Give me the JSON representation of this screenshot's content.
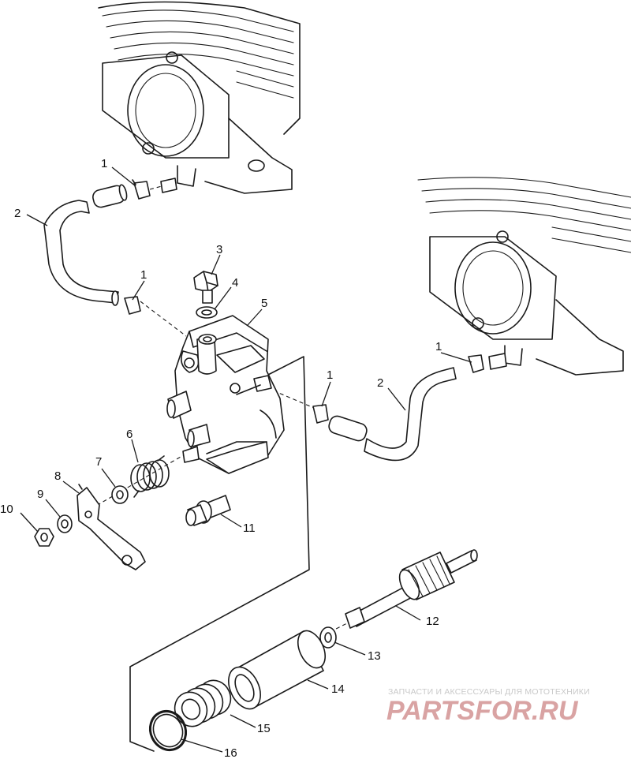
{
  "callouts": [
    {
      "id": "1a",
      "label": "1"
    },
    {
      "id": "2a",
      "label": "2"
    },
    {
      "id": "1b",
      "label": "1"
    },
    {
      "id": "3",
      "label": "3"
    },
    {
      "id": "4",
      "label": "4"
    },
    {
      "id": "5",
      "label": "5"
    },
    {
      "id": "1c",
      "label": "1"
    },
    {
      "id": "1d",
      "label": "1"
    },
    {
      "id": "2b",
      "label": "2"
    },
    {
      "id": "6",
      "label": "6"
    },
    {
      "id": "7",
      "label": "7"
    },
    {
      "id": "8",
      "label": "8"
    },
    {
      "id": "9",
      "label": "9"
    },
    {
      "id": "10",
      "label": "10"
    },
    {
      "id": "11",
      "label": "11"
    },
    {
      "id": "12",
      "label": "12"
    },
    {
      "id": "13",
      "label": "13"
    },
    {
      "id": "14",
      "label": "14"
    },
    {
      "id": "15",
      "label": "15"
    },
    {
      "id": "16",
      "label": "16"
    }
  ],
  "watermark": {
    "tagline": "ЗАПЧАСТИ И АКСЕССУАРЫ ДЛЯ МОТОТЕХНИКИ",
    "logo": "PARTSFOR.RU",
    "color": "#d9a3a3"
  }
}
